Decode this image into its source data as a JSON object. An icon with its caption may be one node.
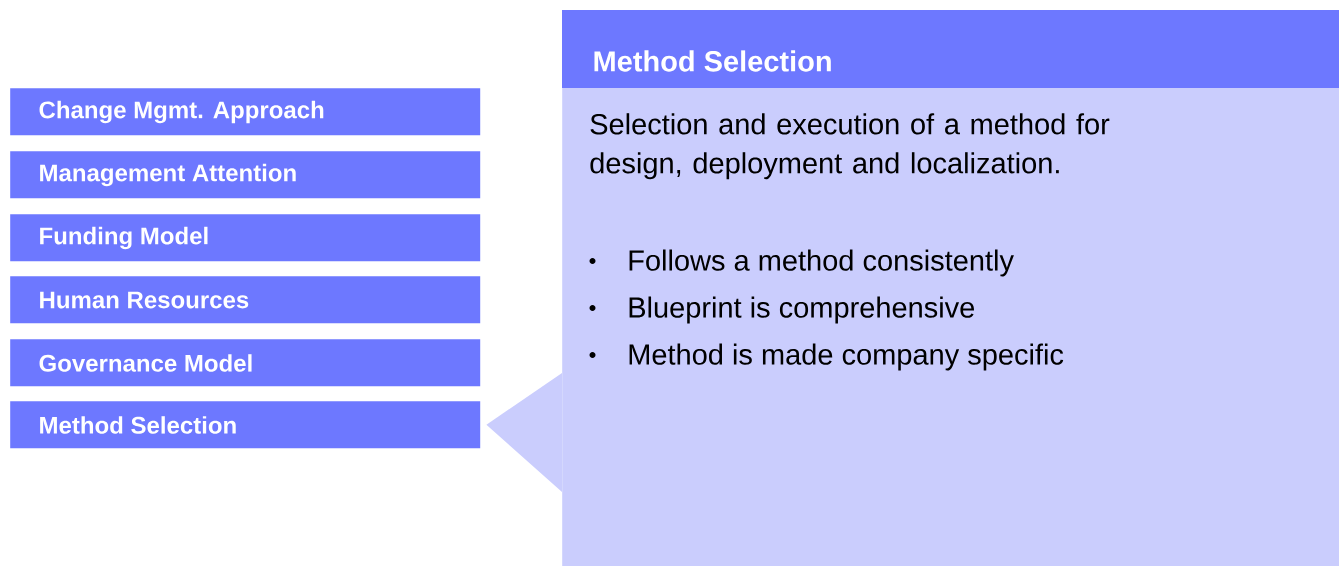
{
  "diagram": {
    "nodes": [
      {
        "text": [
          "Change Mgmt. Approach"
        ]
      },
      {
        "text": [
          "Management Attention"
        ]
      },
      {
        "text": [
          "Funding Model"
        ]
      },
      {
        "text": [
          "Human Resources"
        ]
      },
      {
        "text": [
          "Governance Model"
        ]
      },
      {
        "text": [
          "Method Selection"
        ]
      },
      {
        "text": [
          "Method Selection",
          "Selection and execution of a method for design, deployment and localization.",
          "Follows a method consistently",
          "Blueprint is comprehensive",
          "Method is made company specific"
        ]
      }
    ],
    "edges": [
      {
        "from": 6,
        "to": 5,
        "arrow": "to"
      }
    ]
  }
}
